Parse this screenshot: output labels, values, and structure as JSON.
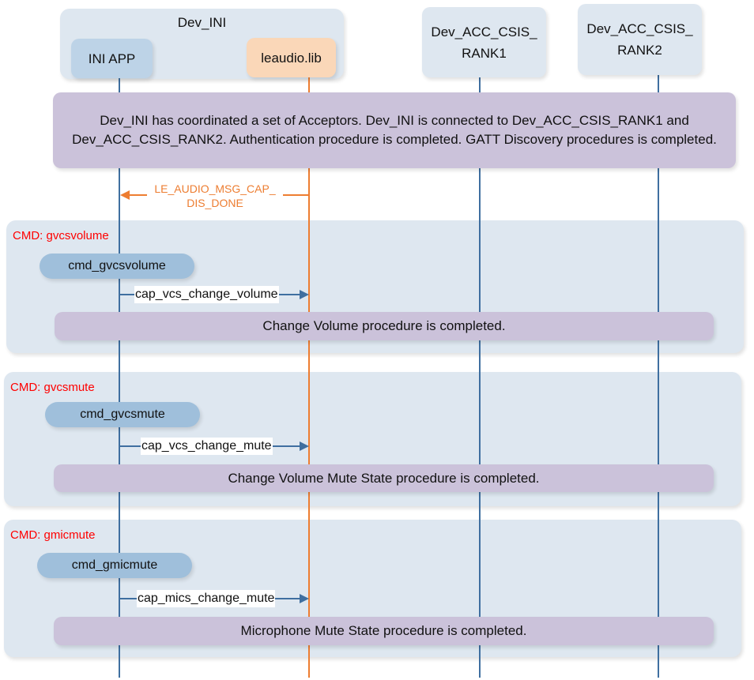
{
  "participants": {
    "group_label": "Dev_INI",
    "ini_app": "INI APP",
    "leaudio": "leaudio.lib",
    "rank1": "Dev_ACC_CSIS_ RANK1",
    "rank2": "Dev_ACC_CSIS_ RANK2"
  },
  "intro_note": "Dev_INI has coordinated a set of Acceptors.  Dev_INI is connected to Dev_ACC_CSIS_RANK1 and Dev_ACC_CSIS_RANK2. Authentication procedure is completed. GATT Discovery procedures is completed.",
  "event_message": "LE_AUDIO_MSG_CAP_ DIS_DONE",
  "sections": [
    {
      "label": "CMD: gvcsvolume",
      "command": "cmd_gvcsvolume",
      "message": "cap_vcs_change_volume",
      "result": "Change Volume procedure is completed."
    },
    {
      "label": "CMD: gvcsmute",
      "command": "cmd_gvcsmute",
      "message": "cap_vcs_change_mute",
      "result": "Change Volume Mute State procedure is completed."
    },
    {
      "label": "CMD: gmicmute",
      "command": "cmd_gmicmute",
      "message": "cap_mics_change_mute",
      "result": "Microphone Mute State procedure is completed."
    }
  ],
  "colors": {
    "app": "#3f6fa0",
    "lib": "#ed7d31",
    "note": "#cbc2da",
    "section": "#dee7f0",
    "cmd_label": "#ff0000"
  }
}
